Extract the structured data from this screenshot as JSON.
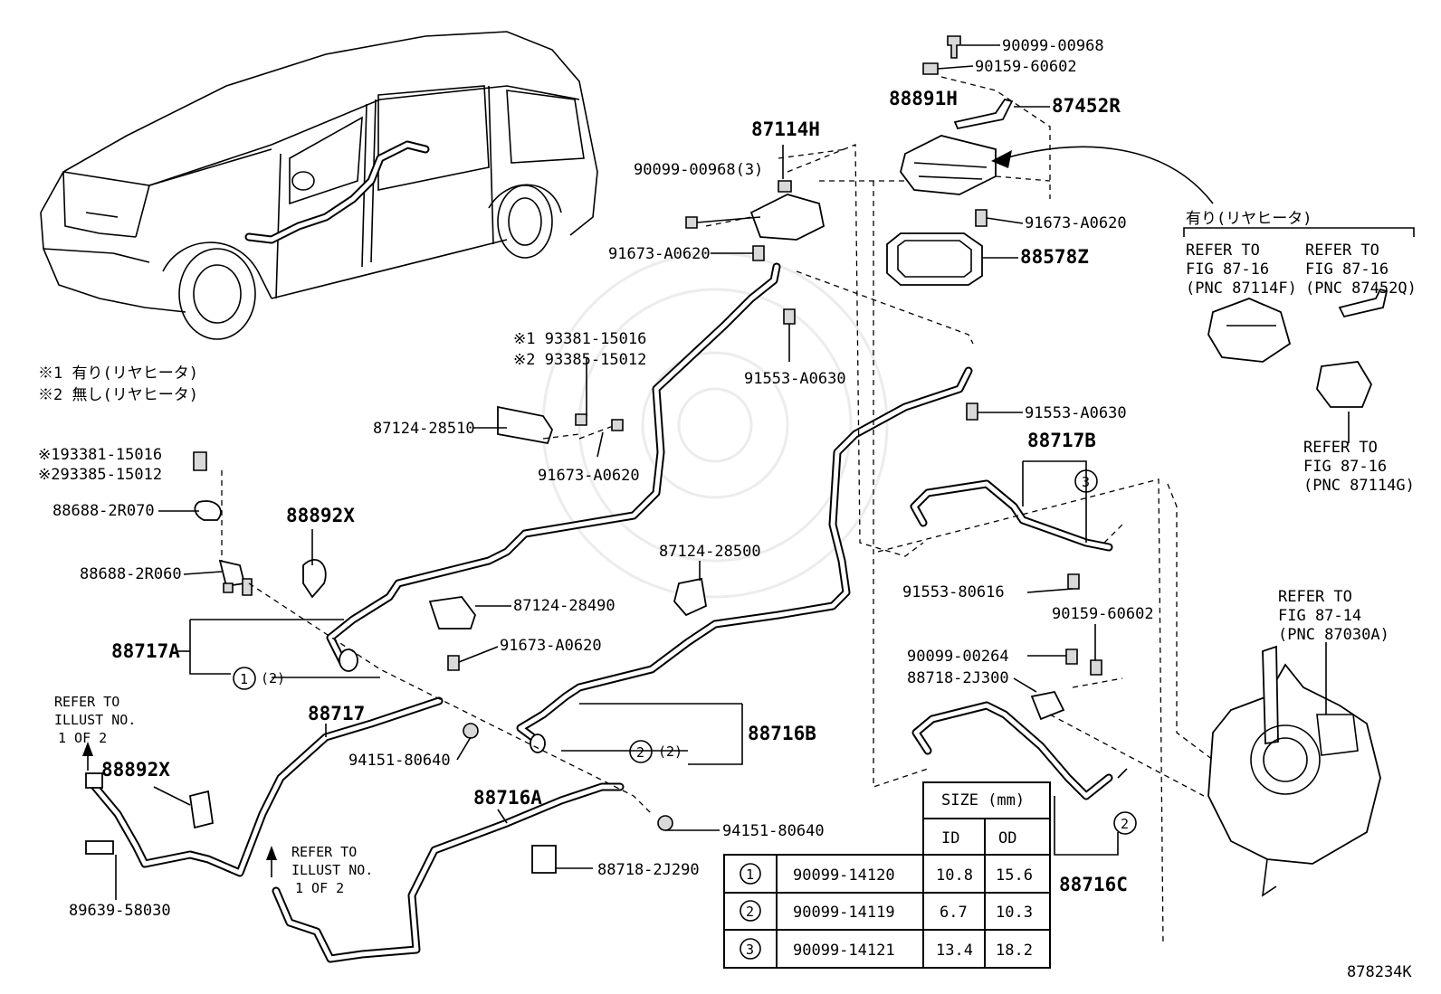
{
  "notes": {
    "n1": "※1 有り(リヤヒータ)",
    "n2": "※2 無し(リヤヒータ)"
  },
  "labels": {
    "p9009900968": "90099-00968",
    "p9015960602a": "90159-60602",
    "p88891H": "88891H",
    "p87452R": "87452R",
    "p87114H": "87114H",
    "p9009900968_3": "90099-00968(3)",
    "p91673A0620a": "91673-A0620",
    "p91673A0620b": "91673-A0620",
    "p88578Z": "88578Z",
    "p91553A0630a": "91553-A0630",
    "p91553A0630b": "91553-A0630",
    "p9338115016a": "※1 93381-15016",
    "p9338515012a": "※2 93385-15012",
    "p8712428510": "87124-28510",
    "p91673A0620c": "91673-A0620",
    "p9338115016b": "※193381-15016",
    "p9338515012b": "※293385-15012",
    "p886882R070": "88688-2R070",
    "p88892Xa": "88892X",
    "p886882R060": "88688-2R060",
    "p8712428500": "87124-28500",
    "p8712428490": "87124-28490",
    "p91673A0620d": "91673-A0620",
    "p88717A": "88717A",
    "p88717B": "88717B",
    "p9155380616": "91553-80616",
    "p9015960602b": "90159-60602",
    "p9009900264": "90099-00264",
    "p887182J300": "88718-2J300",
    "p88717": "88717",
    "p9415180640a": "94151-80640",
    "p88716B": "88716B",
    "p88892Xb": "88892X",
    "p88716A": "88716A",
    "p9415180640b": "94151-80640",
    "p887182J290": "88718-2J290",
    "p8963958030": "89639-58030",
    "p88716C": "88716C",
    "c1": "1",
    "c1q": "(2)",
    "c2": "2",
    "c2q": "(2)",
    "c3": "3",
    "c2b": "2",
    "figid": "878234K"
  },
  "refers": {
    "ill1a": "REFER TO",
    "ill1b": "ILLUST NO.",
    "ill1c": "1 OF 2",
    "ill2a": "REFER TO",
    "ill2b": "ILLUST NO.",
    "ill2c": "1 OF 2",
    "rearHeater": "有り(リヤヒータ)",
    "r1a": "REFER TO",
    "r1b": "FIG 87-16",
    "r1c": "(PNC 87114F)",
    "r2a": "REFER TO",
    "r2b": "FIG 87-16",
    "r2c": "(PNC 87452Q)",
    "r3a": "REFER TO",
    "r3b": "FIG 87-16",
    "r3c": "(PNC 87114G)",
    "r4a": "REFER TO",
    "r4b": "FIG 87-14",
    "r4c": "(PNC 87030A)"
  },
  "size_table": {
    "header": "SIZE (mm)",
    "col_id": "ID",
    "col_od": "OD",
    "rows": [
      {
        "mark": "1",
        "part": "90099-14120",
        "id": "10.8",
        "od": "15.6"
      },
      {
        "mark": "2",
        "part": "90099-14119",
        "id": "6.7",
        "od": "10.3"
      },
      {
        "mark": "3",
        "part": "90099-14121",
        "id": "13.4",
        "od": "18.2"
      }
    ]
  }
}
